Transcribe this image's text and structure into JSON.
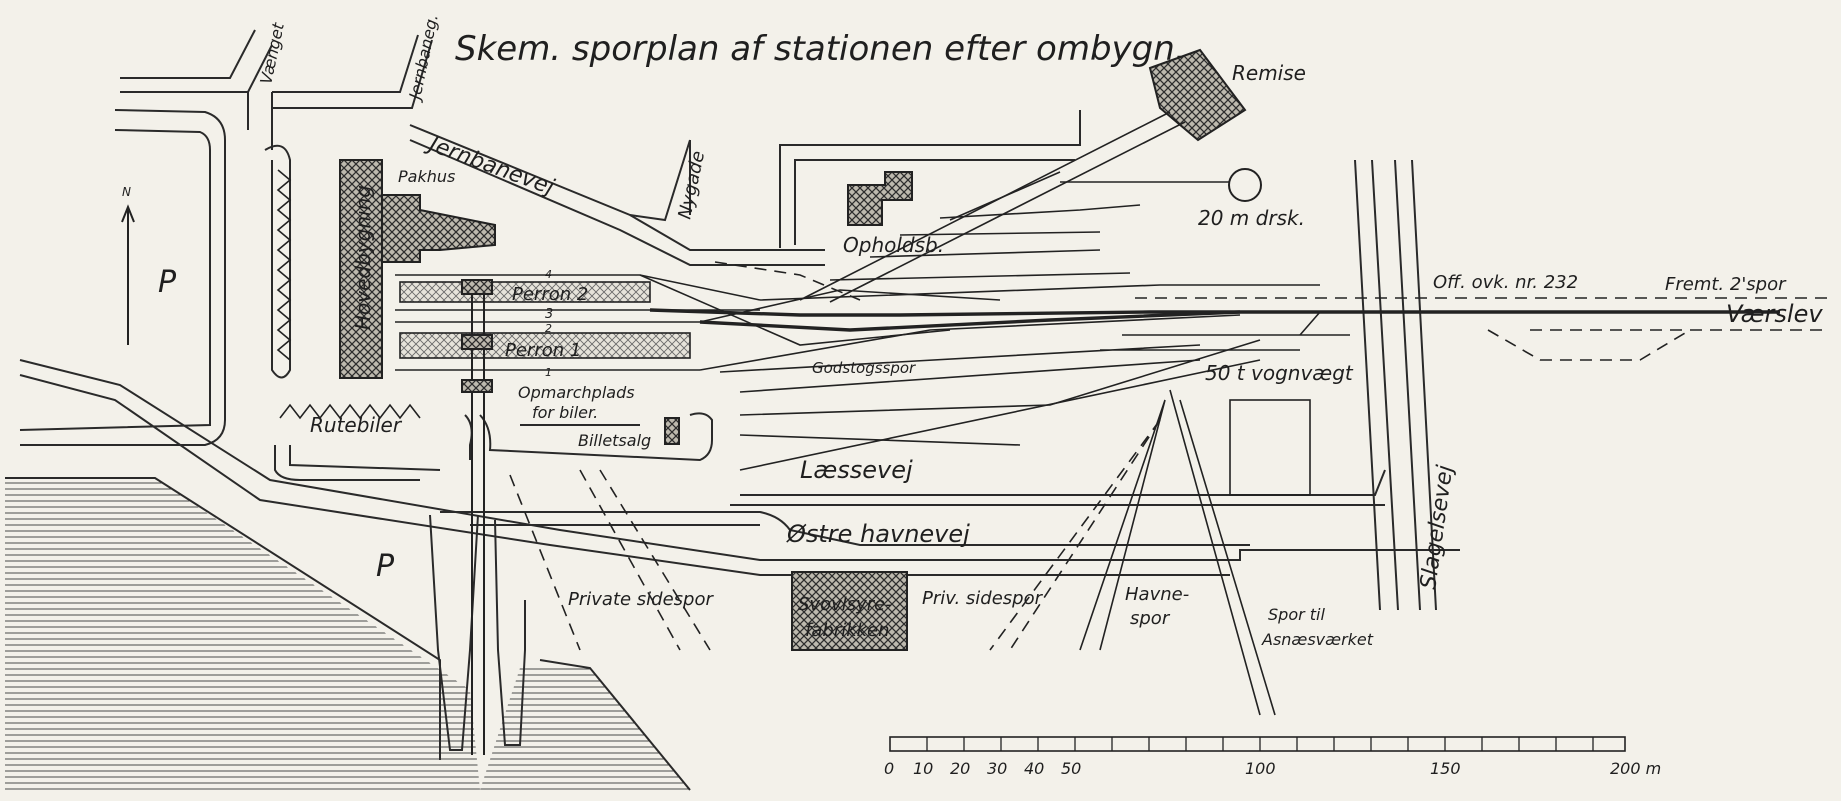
{
  "title": "Skem. sporplan af stationen efter ombygn.",
  "colors": {
    "paper": "#f3f1ea",
    "ink": "#222222"
  },
  "labels": {
    "remise": "Remise",
    "drejeskive": "20 m drsk.",
    "opholdsb": "Opholdsb.",
    "ovk": "Off. ovk. nr. 232",
    "fremt": "Fremt. 2'spor",
    "versle": "Værslev",
    "jernbanevej": "Jernbanevej",
    "nygade": "Nygade",
    "vaenget": "Vænget",
    "jernbaneg": "Jernbaneg.",
    "pakhus": "Pakhus",
    "hovedbygning": "Hovedbygning",
    "perron2": "Perron 2",
    "perron1": "Perron 1",
    "track4": "4",
    "track3": "3",
    "track2": "2",
    "track1": "1",
    "godstogsspor": "Godstogsspor",
    "vognvaegt": "50 t vognvægt",
    "opmarch1": "Opmarchplads",
    "opmarch2": "for biler.",
    "billetsalg": "Billetsalg",
    "rutebiler": "Rutebiler",
    "laessevej": "Læssevej",
    "oestre": "Østre havnevej",
    "slagelsevej": "Slagelsevej",
    "private": "Private sidespor",
    "svovl1": "Svovlsyre-",
    "svovl2": "fabrikken",
    "privside": "Priv. sidespor",
    "havne1": "Havne-",
    "havne2": "spor",
    "asnaes1": "Spor til",
    "asnaes2": "Asnæsværket",
    "parking": "P",
    "north": "N"
  },
  "scale_bar": {
    "ticks": [
      "0",
      "10",
      "20",
      "30",
      "40",
      "50",
      "100",
      "150",
      "200 m"
    ]
  }
}
